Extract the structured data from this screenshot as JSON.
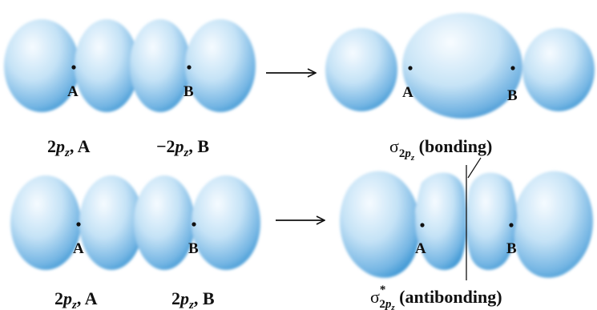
{
  "colors": {
    "lobe_light": "#f4fafe",
    "lobe_mid": "#8fc7ea",
    "lobe_dark": "#2f8fd0",
    "ink": "#111111"
  },
  "top_row": {
    "left_caption": {
      "prefix": "2",
      "orbital": "p",
      "sub": "z",
      "suffix": ", A"
    },
    "middle_caption": {
      "prefix": "−2",
      "orbital": "p",
      "sub": "z",
      "suffix": ", B"
    },
    "right_caption": {
      "sigma": "σ",
      "sub": "2",
      "sub_orbital": "p",
      "sub_sub": "z",
      "label": " (bonding)"
    },
    "point_a": "A",
    "point_b": "B",
    "arrow_icon": "right-arrow"
  },
  "bottom_row": {
    "left_caption": {
      "prefix": "2",
      "orbital": "p",
      "sub": "z",
      "suffix": ", A"
    },
    "middle_caption": {
      "prefix": "2",
      "orbital": "p",
      "sub": "z",
      "suffix": ", B"
    },
    "right_caption": {
      "sigma": "σ",
      "star": "*",
      "sub": "2",
      "sub_orbital": "p",
      "sub_sub": "z",
      "label": " (antibonding)"
    },
    "point_a": "A",
    "point_b": "B",
    "arrow_icon": "right-arrow"
  }
}
